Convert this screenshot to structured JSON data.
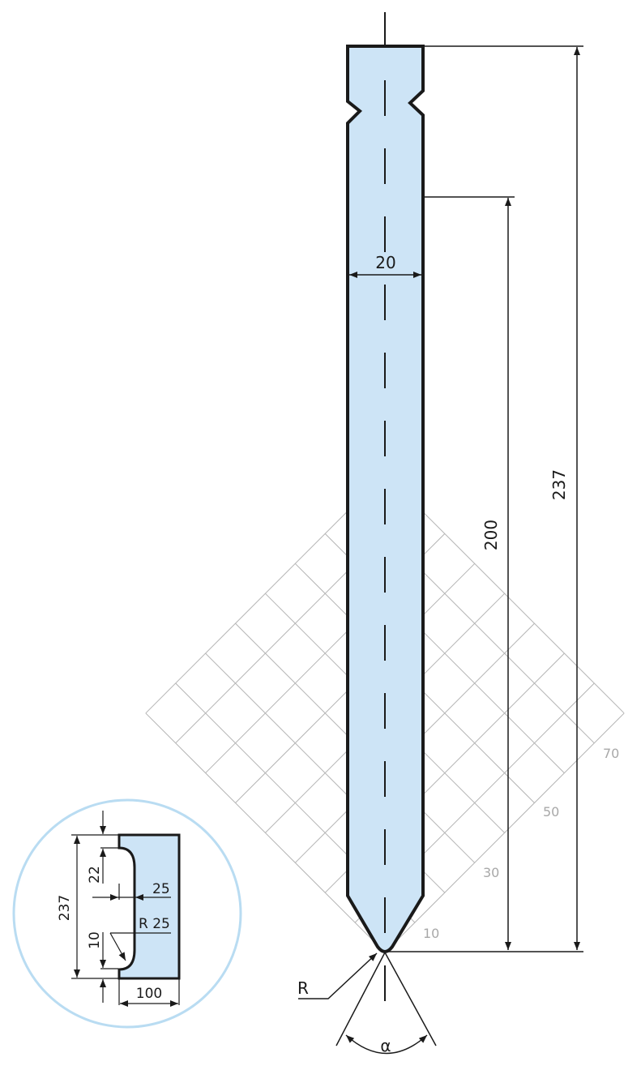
{
  "drawing": {
    "dimensions": {
      "width": "20",
      "total_height": "237",
      "working_height": "200",
      "tip_radius_label": "R",
      "angle_label": "α"
    },
    "grid_labels": [
      "10",
      "30",
      "50",
      "70"
    ],
    "inset": {
      "height": "237",
      "upper": "22",
      "depth": "25",
      "radius": "R 25",
      "lower": "10",
      "width": "100"
    },
    "colors": {
      "tool_fill": "#cde4f6",
      "outline": "#1a1a1a",
      "grid": "#b4b4b4",
      "inset_circle": "#b9dcf2"
    }
  }
}
